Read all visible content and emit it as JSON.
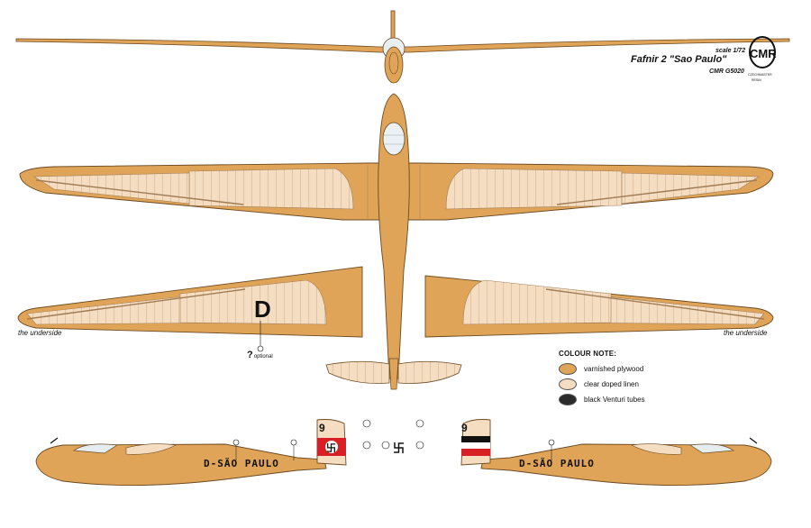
{
  "title": "Fafnir 2 \"Sao Paulo\"",
  "scale": "scale 1/72",
  "code": "CMR G5020",
  "logo": {
    "letters": "CMR",
    "line1": "CZECHMASTER",
    "line2": "RESIN"
  },
  "underside_left": "the underside",
  "underside_right": "the underside",
  "registration": "D-SÃO PAULO",
  "optional_note": "optional",
  "legend": {
    "title": "COLOUR NOTE:",
    "items": [
      {
        "label": "varnished plywood",
        "color": "#e0a458"
      },
      {
        "label": "clear doped linen",
        "color": "#f5ddc1"
      },
      {
        "label": "black Venturi tubes",
        "color": "#2b2b2b"
      }
    ]
  },
  "markings": {
    "fin_number": "9",
    "underwing_letter": "D"
  },
  "colors": {
    "plywood": "#e0a458",
    "linen": "#f5ddc1",
    "outline": "#6b4a22",
    "red": "#d81f26",
    "black": "#111111"
  }
}
